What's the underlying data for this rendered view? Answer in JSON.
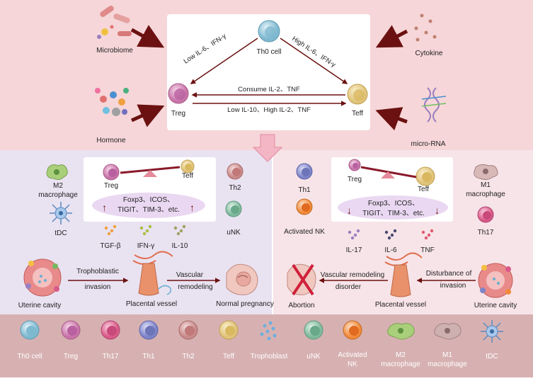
{
  "top": {
    "th0_label": "Th0 cell",
    "treg_label": "Treg",
    "teff_label": "Teff",
    "left_diag": "Low IL-6、IFN-γ",
    "right_diag": "High IL-6、IFN-γ",
    "mid_upper": "Consume IL-2、TNF",
    "mid_lower": "Low IL-10、High IL-2、TNF",
    "microbiome": "Microbiome",
    "hormone": "Hormone",
    "cytokine": "Cytokine",
    "microrna": "micro-RNA"
  },
  "left": {
    "treg": "Treg",
    "teff": "Teff",
    "markers_line1": "Foxp3、ICOS、",
    "markers_line2": "TIGIT、TIM-3、etc.",
    "m2": "M2",
    "m2b": "macrophage",
    "tdc": "tDC",
    "th2": "Th2",
    "unk": "uNK",
    "tgf": "TGF-β",
    "ifn": "IFN-γ",
    "il10": "IL-10",
    "tropho1": "Trophoblastic",
    "tropho2": "invasion",
    "vasc1": "Vascular",
    "vasc2": "remodeling",
    "uterine": "Uterine cavity",
    "placental": "Placental vessel",
    "normal": "Normal pregnancy"
  },
  "right": {
    "treg": "Treg",
    "teff": "Teff",
    "markers_line1": "Foxp3、ICOS、",
    "markers_line2": "TIGIT、TIM-3、etc.",
    "th1": "Th1",
    "anknk": "Activated NK",
    "m1": "M1",
    "m1b": "macrophage",
    "th17": "Th17",
    "il17": "IL-17",
    "il6": "IL-6",
    "tnf": "TNF",
    "vascdis1": "Vascular remodeling",
    "vascdis2": "disorder",
    "dist1": "Disturbance of",
    "dist2": "invasion",
    "abortion": "Abortion",
    "placental": "Placental vessel",
    "uterine": "Uterine cavity"
  },
  "legend": [
    {
      "label": "Th0 cell",
      "icon": "th0-cell-icon"
    },
    {
      "label": "Treg",
      "icon": "treg-cell-icon"
    },
    {
      "label": "Th17",
      "icon": "th17-cell-icon"
    },
    {
      "label": "Th1",
      "icon": "th1-cell-icon"
    },
    {
      "label": "Th2",
      "icon": "th2-cell-icon"
    },
    {
      "label": "Teff",
      "icon": "teff-cell-icon"
    },
    {
      "label": "Trophoblast",
      "icon": "trophoblast-icon"
    },
    {
      "label": "uNK",
      "icon": "unk-cell-icon"
    },
    {
      "label": "Activated",
      "label2": "NK",
      "icon": "activated-nk-icon"
    },
    {
      "label": "M2",
      "label2": "macrophage",
      "icon": "m2-macrophage-icon"
    },
    {
      "label": "M1",
      "label2": "macrophage",
      "icon": "m1-macrophage-icon"
    },
    {
      "label": "tDC",
      "icon": "tdc-icon"
    }
  ],
  "colors": {
    "top_bg": "#f6d6d8",
    "left_bg": "#e9e2f1",
    "right_bg": "#f7e4e8",
    "legend_bg": "#d7b1b2",
    "arrow": "#6b1111",
    "treg": "#c874a8",
    "th0": "#7fb9d0",
    "teff": "#e0c37a",
    "th17": "#d85a88",
    "th1": "#7e84c8",
    "th2": "#c98a8a",
    "unk": "#7fb99c",
    "ank": "#f28a3a"
  }
}
